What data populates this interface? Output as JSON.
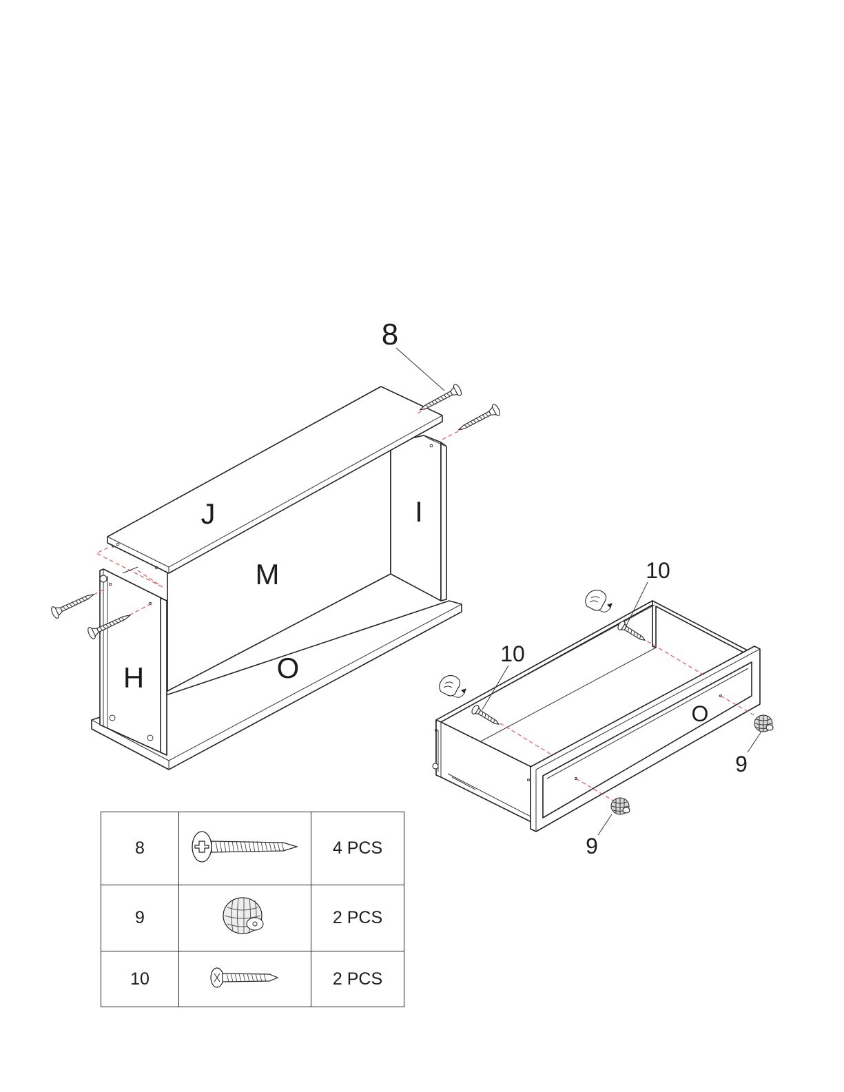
{
  "part_letters": {
    "top_panel": "J",
    "right_side": "I",
    "back_panel": "M",
    "left_side": "H",
    "bottom_panel": "O",
    "drawer_front": "O"
  },
  "callouts": {
    "screw_top": "8",
    "drawer_screw_left": "10",
    "drawer_screw_right": "10",
    "knob_left": "9",
    "knob_right": "9"
  },
  "hardware": [
    {
      "number": "8",
      "icon": "long-screw-icon",
      "quantity": "4 PCS"
    },
    {
      "number": "9",
      "icon": "drawer-knob-icon",
      "quantity": "2 PCS"
    },
    {
      "number": "10",
      "icon": "short-screw-icon",
      "quantity": "2 PCS"
    }
  ],
  "colors": {
    "line": "#222222",
    "guide_dash": "#e0555b"
  }
}
